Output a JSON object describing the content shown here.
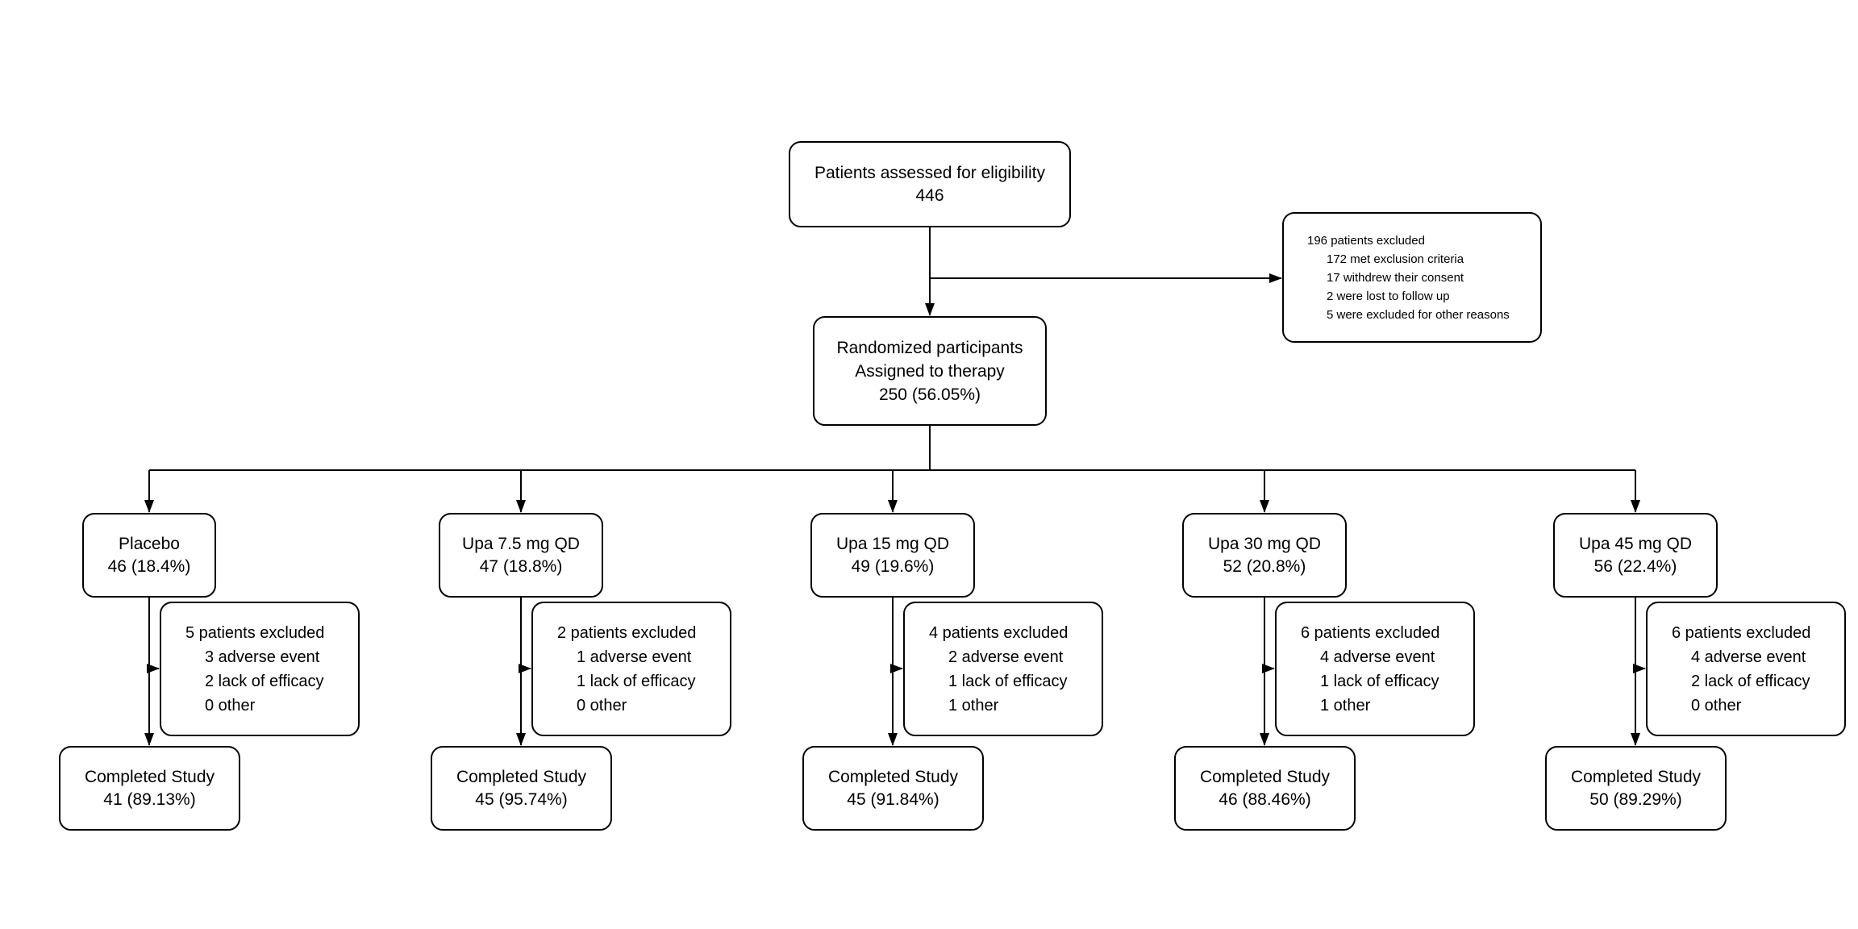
{
  "colors": {
    "ink": "#000000",
    "box_fill": "#ffffff"
  },
  "diagram": {
    "eligibility": {
      "title": "Patients assessed for eligibility",
      "count": "446"
    },
    "screening_excluded": {
      "title": "196 patients excluded",
      "items": [
        "172 met exclusion criteria",
        "17 withdrew their consent",
        "2 were lost to follow up",
        "5 were excluded for other reasons"
      ]
    },
    "randomized": {
      "line1": "Randomized participants",
      "line2": "Assigned to therapy",
      "count": "250 (56.05%)"
    },
    "arms": [
      {
        "label": "Placebo",
        "count": "46 (18.4%)",
        "excluded": {
          "title": "5 patients excluded",
          "items": [
            "3 adverse event",
            "2 lack of efficacy",
            "0 other"
          ]
        },
        "completed": {
          "label": "Completed Study",
          "count": "41 (89.13%)"
        }
      },
      {
        "label": "Upa 7.5 mg QD",
        "count": "47 (18.8%)",
        "excluded": {
          "title": "2 patients excluded",
          "items": [
            "1 adverse event",
            "1 lack of efficacy",
            "0 other"
          ]
        },
        "completed": {
          "label": "Completed Study",
          "count": "45 (95.74%)"
        }
      },
      {
        "label": "Upa 15 mg QD",
        "count": "49 (19.6%)",
        "excluded": {
          "title": "4 patients excluded",
          "items": [
            "2 adverse event",
            "1 lack of efficacy",
            "1 other"
          ]
        },
        "completed": {
          "label": "Completed Study",
          "count": "45 (91.84%)"
        }
      },
      {
        "label": "Upa 30 mg QD",
        "count": "52 (20.8%)",
        "excluded": {
          "title": "6 patients excluded",
          "items": [
            "4 adverse event",
            "1 lack of efficacy",
            "1 other"
          ]
        },
        "completed": {
          "label": "Completed Study",
          "count": "46 (88.46%)"
        }
      },
      {
        "label": "Upa 45 mg QD",
        "count": "56 (22.4%)",
        "excluded": {
          "title": "6 patients excluded",
          "items": [
            "4 adverse event",
            "2 lack of efficacy",
            "0 other"
          ]
        },
        "completed": {
          "label": "Completed Study",
          "count": "50 (89.29%)"
        }
      }
    ]
  }
}
